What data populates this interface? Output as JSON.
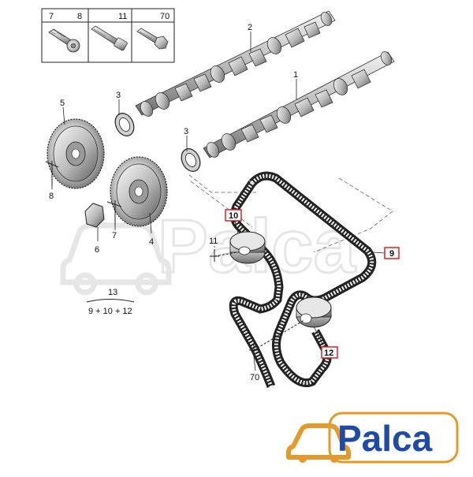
{
  "diagram": {
    "hardware_box": {
      "headers": [
        "7",
        "8",
        "11",
        "70"
      ],
      "items": [
        "bolt-with-washer",
        "long-bolt",
        "hex-bolt"
      ]
    },
    "callouts": {
      "camshaft_rear": "2",
      "camshaft_front": "1",
      "seal_upper": "3",
      "seal_lower": "3",
      "sprocket_left": "5",
      "sprocket_right": "4",
      "bolt_8": "8",
      "bolt_7": "7",
      "cover_6": "6",
      "tensioner_bolt": "11",
      "idler_bolt": "70"
    },
    "highlighted": {
      "tensioner": "10",
      "belt": "9",
      "idler": "12"
    },
    "kit": {
      "number": "13",
      "formula": "9 + 10 + 12"
    },
    "highlight_color": "#d9242b"
  },
  "watermark_text": "Palca",
  "logo": {
    "text": "Palca",
    "brand_color": "#1f4aa8",
    "car_color": "#e49a2a"
  }
}
